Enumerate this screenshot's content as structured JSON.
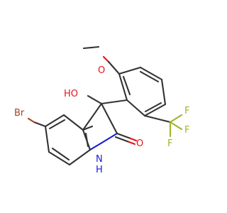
{
  "molecule": {
    "atoms": {
      "methoxy_o": "O",
      "hydroxyl": "HO",
      "bromine": "Br",
      "carbonyl_o": "O",
      "amine_n": "N",
      "amine_h": "H",
      "fluorine_top": "F",
      "fluorine_right": "F",
      "fluorine_bottom": "F"
    },
    "colors": {
      "bond": "#333333",
      "oxygen": "#e8141b",
      "nitrogen": "#1a1adb",
      "bromine": "#a5421f",
      "fluorine": "#9ab827"
    }
  }
}
